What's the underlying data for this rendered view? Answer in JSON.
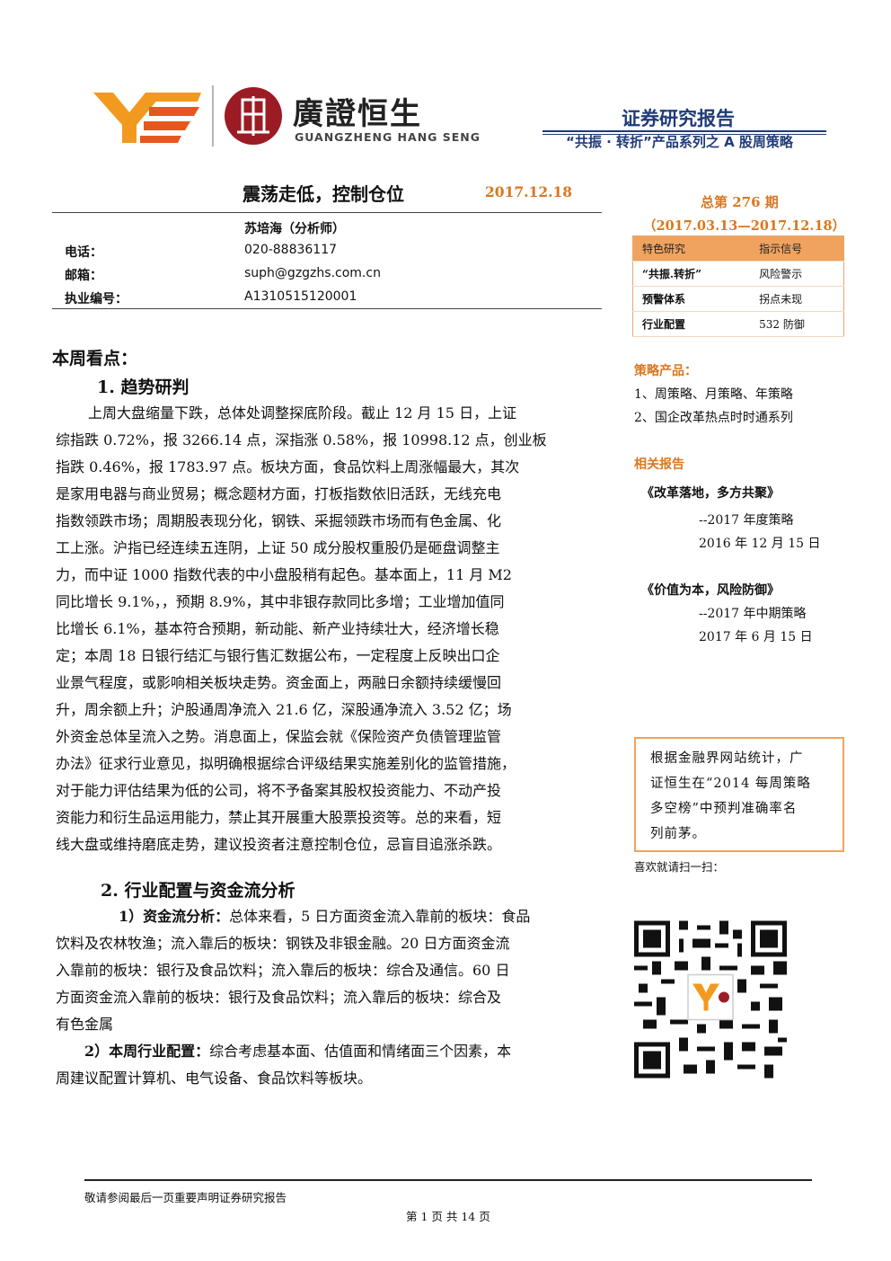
{
  "header": {
    "logo_cn": "廣證恒生",
    "logo_en": "GUANGZHENG HANG SENG",
    "report_type": "证券研究报告",
    "series_name": "“共振 · 转折”产品系列之 A 股周策略"
  },
  "title": {
    "main": "震荡走低，控制仓位",
    "date": "2017.12.18"
  },
  "analyst": {
    "name": "苏培海（分析师）",
    "phone_label": "电话：",
    "phone": "020-88836117",
    "email_label": "邮箱：",
    "email": "suph@gzgzhs.com.cn",
    "license_label": "执业编号：",
    "license": "A1310515120001"
  },
  "sidebar": {
    "issue": "总第 276 期",
    "issue_range": "（2017.03.13—2017.12.18）",
    "signal_table": {
      "headers": [
        "特色研究",
        "指示信号"
      ],
      "rows": [
        [
          "“共振.转折”",
          "风险警示"
        ],
        [
          "预警体系",
          "拐点未现"
        ],
        [
          "行业配置",
          "532 防御"
        ]
      ]
    },
    "strategy_heading": "策略产品：",
    "strategy_items": [
      "1、周策略、月策略、年策略",
      "2、国企改革热点时时通系列"
    ],
    "related_heading": "相关报告",
    "related": [
      {
        "title": "《改革落地，多方共聚》",
        "sub": "--2017 年度策略",
        "date": "2016 年 12 月 15 日"
      },
      {
        "title": "《价值为本，风险防御》",
        "sub": "--2017 年中期策略",
        "date": "2017 年 6 月 15 日"
      }
    ],
    "box_lines": [
      "根据金融界网站统计，广",
      "证恒生在“2014 每周策略",
      "多空榜”中预判准确率名",
      "列前茅。"
    ],
    "scan_text": "喜欢就请扫一扫："
  },
  "body": {
    "section1_heading": "本周看点：",
    "sub1_heading": "1. 趋势研判",
    "sub1_lines": [
      "上周大盘缩量下跌，总体处调整探底阶段。截止 12 月 15 日，上证",
      "综指跌 0.72%，报 3266.14 点，深指涨 0.58%，报 10998.12 点，创业板",
      "指跌 0.46%，报 1783.97 点。板块方面，食品饮料上周涨幅最大，其次",
      "是家用电器与商业贸易；概念题材方面，打板指数依旧活跃，无线充电",
      "指数领跌市场；周期股表现分化，钢铁、采掘领跌市场而有色金属、化",
      "工上涨。沪指已经连续五连阴，上证 50 成分股权重股仍是砸盘调整主",
      "力，而中证 1000 指数代表的中小盘股稍有起色。基本面上，11 月 M2",
      "同比增长 9.1%，，预期 8.9%，其中非银存款同比多增；工业增加值同",
      "比增长 6.1%，基本符合预期，新动能、新产业持续壮大，经济增长稳",
      "定；本周 18 日银行结汇与银行售汇数据公布，一定程度上反映出口企",
      "业景气程度，或影响相关板块走势。资金面上，两融日余额持续缓慢回",
      "升，周余额上升；沪股通周净流入 21.6 亿，深股通净流入 3.52 亿；场",
      "外资金总体呈流入之势。消息面上，保监会就《保险资产负债管理监管",
      "办法》征求行业意见，拟明确根据综合评级结果实施差别化的监管措施，",
      "对于能力评估结果为低的公司，将不予备案其股权投资能力、不动产投",
      "资能力和衍生品运用能力，禁止其开展重大股票投资等。总的来看，短",
      "线大盘或维持磨底走势，建议投资者注意控制仓位，忌盲目追涨杀跌。"
    ],
    "sub2_heading": "2. 行业配置与资金流分析",
    "fund_label": "1）资金流分析：",
    "fund_first": "总体来看，5 日方面资金流入靠前的板块：食品",
    "fund_lines": [
      "饮料及农林牧渔；流入靠后的板块：钢铁及非银金融。20 日方面资金流",
      "入靠前的板块：银行及食品饮料；流入靠后的板块：综合及通信。60 日",
      "方面资金流入靠前的板块：银行及食品饮料；流入靠后的板块：综合及",
      "有色金属"
    ],
    "industry_label": "2）本周行业配置：",
    "industry_first": "综合考虑基本面、估值面和情绪面三个因素，本",
    "industry_lines": [
      "周建议配置计算机、电气设备、食品饮料等板块。"
    ]
  },
  "footer": {
    "note": "敬请参阅最后一页重要声明证券研究报告",
    "page": "第 1 页 共 14 页"
  }
}
